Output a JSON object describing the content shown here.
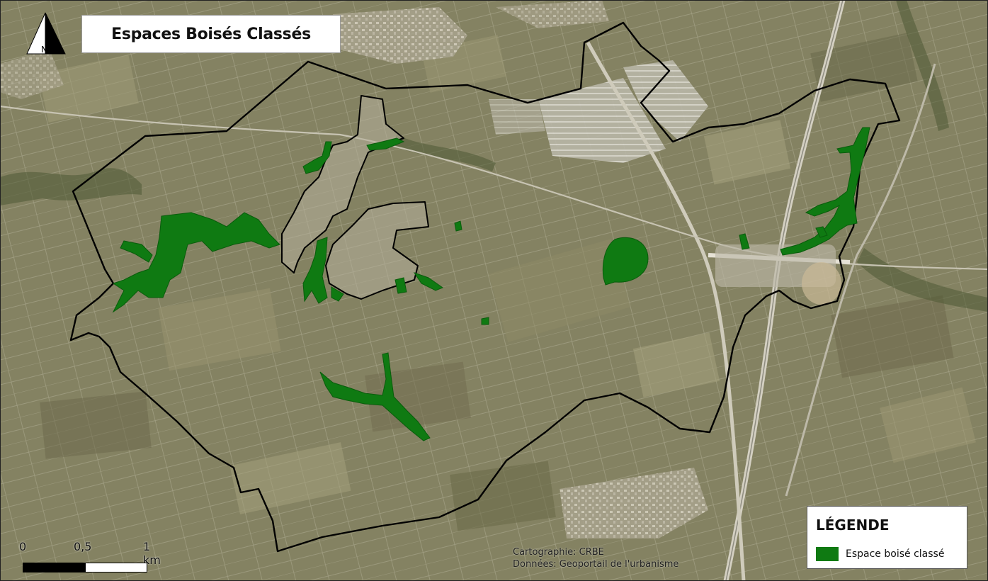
{
  "map": {
    "title": "Espaces Boisés Classés",
    "north_label": "N",
    "icons": [
      "north-arrow-icon"
    ],
    "colors": {
      "woodland": "#0f7a12",
      "boundary": "#000000",
      "terrain": "#8a8966",
      "road": "#d9d5c5"
    }
  },
  "scale": {
    "labels": [
      "0",
      "0,5",
      "1 km"
    ]
  },
  "credits": {
    "line1": "Cartographie: CRBE",
    "line2": "Données: Geoportail de l'urbanisme"
  },
  "legend": {
    "title": "LÉGENDE",
    "items": [
      {
        "label": "Espace boisé classé",
        "color": "#0f7a12"
      }
    ]
  }
}
